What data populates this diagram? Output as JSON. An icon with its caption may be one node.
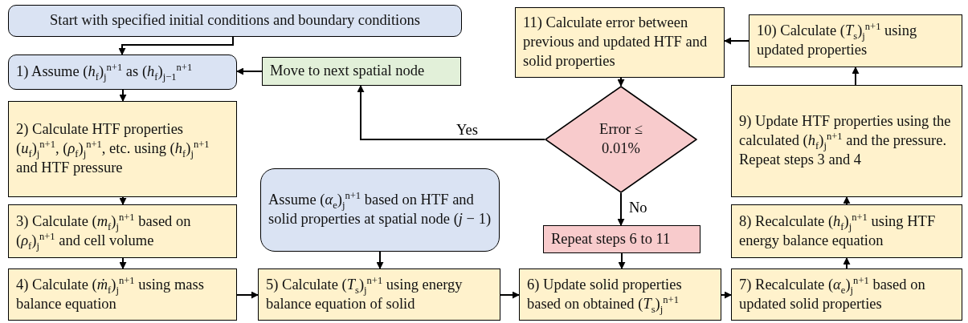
{
  "diagram": {
    "nodes": [
      {
        "text": [
          "Start with specified initial conditions and boundary conditions"
        ]
      },
      {
        "text": [
          "1) Assume (*h*$_{f}$)$_{j}$$^{n+1}$ as (*h*$_{f}$)$_{j−1}$$^{n+1}$"
        ]
      },
      {
        "text": [
          "Move to next spatial node"
        ]
      },
      {
        "text": [
          "2) Calculate HTF properties (*u*$_{f}$)$_{j}$$^{n+1}$, (*ρ*$_{f}$)$_{j}$$^{n+1}$, etc. using (*h*$_{f}$)$_{j}$$^{n+1}$ and HTF pressure"
        ]
      },
      {
        "text": [
          "3) Calculate (*m*$_{f}$)$_{j}$$^{n+1}$ based on (*ρ*$_{f}$)$_{j}$$^{n+1}$ and cell volume"
        ]
      },
      {
        "text": [
          "4) Calculate (*ṁ*$_{f}$)$_{j}$$^{n+1}$ using mass balance equation"
        ]
      },
      {
        "text": [
          "Assume (*α*$_{e}$)$_{j}$$^{n+1}$ based on HTF and solid properties at spatial node (*j* − 1)"
        ]
      },
      {
        "text": [
          "5) Calculate (*T*$_{s}$)$_{j}$$^{n+1}$ using energy balance equation of solid"
        ]
      },
      {
        "text": [
          "11) Calculate error between previous and updated HTF and solid properties"
        ]
      },
      {
        "text": [
          "Error ≤ 0.01%"
        ]
      },
      {
        "text": [
          "Repeat steps 6 to 11"
        ]
      },
      {
        "text": [
          "6) Update solid properties based on obtained (*T*$_{s}$)$_{j}$$^{n+1}$"
        ]
      },
      {
        "text": [
          "10) Calculate (*T*$_{s}$)$_{j}$$^{n+1}$ using updated properties"
        ]
      },
      {
        "text": [
          "9) Update HTF properties using the calculated (*h*$_{f}$)$_{j}$$^{n+1}$ and the pressure. Repeat steps 3 and 4"
        ]
      },
      {
        "text": [
          "8) Recalculate (*h*$_{f}$)$_{j}$$^{n+1}$ using HTF energy balance equation"
        ]
      },
      {
        "text": [
          "7) Recalculate (*α*$_{e}$)$_{j}$$^{n+1}$ based on updated solid properties"
        ]
      }
    ],
    "edges": [
      {
        "from": 0,
        "to": 1,
        "arrow": "to"
      },
      {
        "from": 1,
        "to": 3,
        "arrow": "to"
      },
      {
        "from": 3,
        "to": 4,
        "arrow": "to"
      },
      {
        "from": 4,
        "to": 5,
        "arrow": "to"
      },
      {
        "from": 5,
        "to": 7,
        "arrow": "to"
      },
      {
        "from": 6,
        "to": 7,
        "arrow": "to"
      },
      {
        "from": 7,
        "to": 11,
        "arrow": "to"
      },
      {
        "from": 11,
        "to": 15,
        "arrow": "to"
      },
      {
        "from": 15,
        "to": 14,
        "arrow": "to"
      },
      {
        "from": 14,
        "to": 13,
        "arrow": "to"
      },
      {
        "from": 13,
        "to": 12,
        "arrow": "to"
      },
      {
        "from": 12,
        "to": 8,
        "arrow": "to"
      },
      {
        "from": 8,
        "to": 9,
        "arrow": "to"
      },
      {
        "from": 9,
        "to": 2,
        "arrow": "to",
        "label": "Yes"
      },
      {
        "from": 2,
        "to": 1,
        "arrow": "to"
      },
      {
        "from": 9,
        "to": 10,
        "arrow": "to",
        "label": "No"
      },
      {
        "from": 10,
        "to": 11,
        "arrow": "to"
      }
    ]
  }
}
